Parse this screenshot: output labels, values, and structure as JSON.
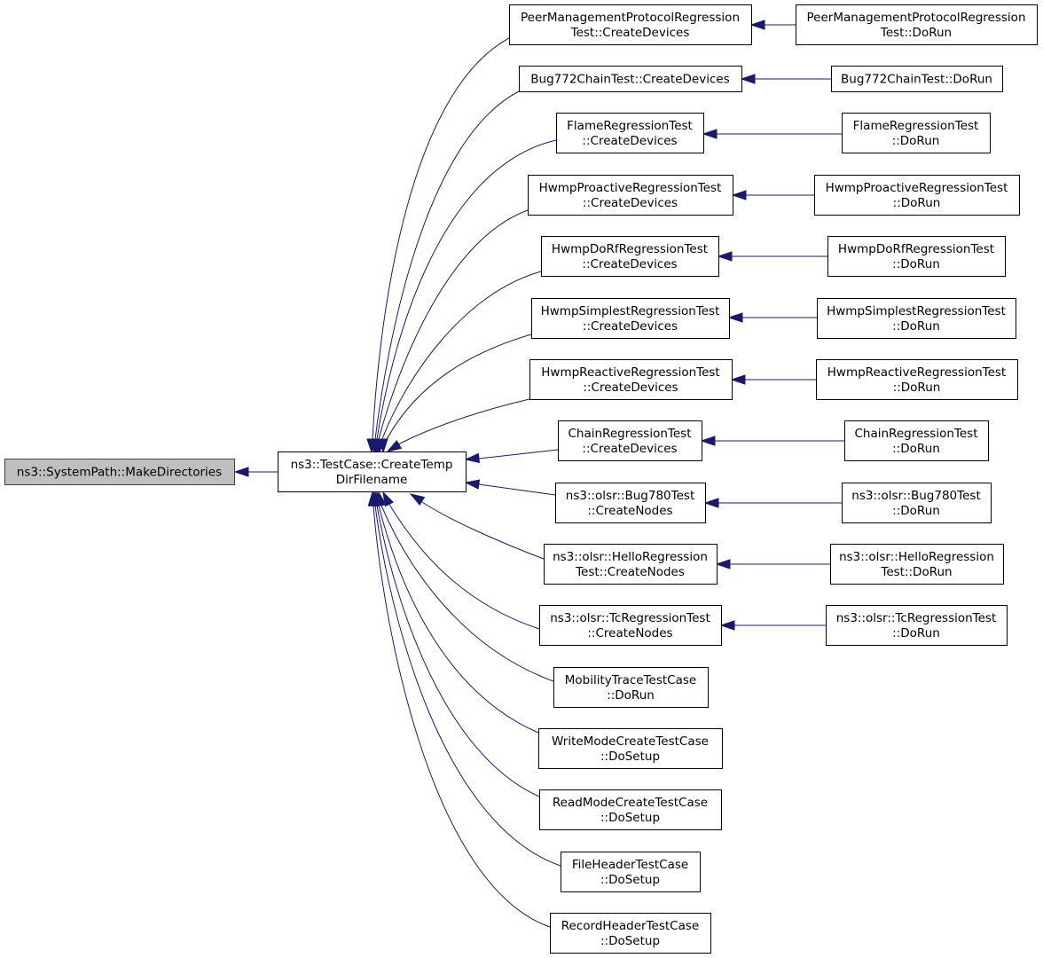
{
  "diagram": {
    "type": "caller-graph",
    "colors": {
      "edge": "#191970",
      "root_fill": "#bfbfbf",
      "node_fill": "#ffffff"
    },
    "nodes": [
      {
        "id": "root",
        "lines": [
          "ns3::SystemPath::MakeDirectories"
        ]
      },
      {
        "id": "ctd",
        "lines": [
          "ns3::TestCase::CreateTemp",
          "DirFilename"
        ]
      },
      {
        "id": "pm_cd",
        "lines": [
          "PeerManagementProtocolRegression",
          "Test::CreateDevices"
        ]
      },
      {
        "id": "pm_dr",
        "lines": [
          "PeerManagementProtocolRegression",
          "Test::DoRun"
        ]
      },
      {
        "id": "bug_cd",
        "lines": [
          "Bug772ChainTest::CreateDevices"
        ]
      },
      {
        "id": "bug_dr",
        "lines": [
          "Bug772ChainTest::DoRun"
        ]
      },
      {
        "id": "fl_cd",
        "lines": [
          "FlameRegressionTest",
          "::CreateDevices"
        ]
      },
      {
        "id": "fl_dr",
        "lines": [
          "FlameRegressionTest",
          "::DoRun"
        ]
      },
      {
        "id": "hp_cd",
        "lines": [
          "HwmpProactiveRegressionTest",
          "::CreateDevices"
        ]
      },
      {
        "id": "hp_dr",
        "lines": [
          "HwmpProactiveRegressionTest",
          "::DoRun"
        ]
      },
      {
        "id": "hd_cd",
        "lines": [
          "HwmpDoRfRegressionTest",
          "::CreateDevices"
        ]
      },
      {
        "id": "hd_dr",
        "lines": [
          "HwmpDoRfRegressionTest",
          "::DoRun"
        ]
      },
      {
        "id": "hs_cd",
        "lines": [
          "HwmpSimplestRegressionTest",
          "::CreateDevices"
        ]
      },
      {
        "id": "hs_dr",
        "lines": [
          "HwmpSimplestRegressionTest",
          "::DoRun"
        ]
      },
      {
        "id": "hr_cd",
        "lines": [
          "HwmpReactiveRegressionTest",
          "::CreateDevices"
        ]
      },
      {
        "id": "hr_dr",
        "lines": [
          "HwmpReactiveRegressionTest",
          "::DoRun"
        ]
      },
      {
        "id": "ch_cd",
        "lines": [
          "ChainRegressionTest",
          "::CreateDevices"
        ]
      },
      {
        "id": "ch_dr",
        "lines": [
          "ChainRegressionTest",
          "::DoRun"
        ]
      },
      {
        "id": "b780_cn",
        "lines": [
          "ns3::olsr::Bug780Test",
          "::CreateNodes"
        ]
      },
      {
        "id": "b780_dr",
        "lines": [
          "ns3::olsr::Bug780Test",
          "::DoRun"
        ]
      },
      {
        "id": "hello_cn",
        "lines": [
          "ns3::olsr::HelloRegression",
          "Test::CreateNodes"
        ]
      },
      {
        "id": "hello_dr",
        "lines": [
          "ns3::olsr::HelloRegression",
          "Test::DoRun"
        ]
      },
      {
        "id": "tc_cn",
        "lines": [
          "ns3::olsr::TcRegressionTest",
          "::CreateNodes"
        ]
      },
      {
        "id": "tc_dr",
        "lines": [
          "ns3::olsr::TcRegressionTest",
          "::DoRun"
        ]
      },
      {
        "id": "mob",
        "lines": [
          "MobilityTraceTestCase",
          "::DoRun"
        ]
      },
      {
        "id": "wm",
        "lines": [
          "WriteModeCreateTestCase",
          "::DoSetup"
        ]
      },
      {
        "id": "rm",
        "lines": [
          "ReadModeCreateTestCase",
          "::DoSetup"
        ]
      },
      {
        "id": "fh",
        "lines": [
          "FileHeaderTestCase",
          "::DoSetup"
        ]
      },
      {
        "id": "rh",
        "lines": [
          "RecordHeaderTestCase",
          "::DoSetup"
        ]
      }
    ],
    "edges": [
      {
        "from": "ctd",
        "to": "root"
      },
      {
        "from": "pm_cd",
        "to": "ctd"
      },
      {
        "from": "bug_cd",
        "to": "ctd"
      },
      {
        "from": "fl_cd",
        "to": "ctd"
      },
      {
        "from": "hp_cd",
        "to": "ctd"
      },
      {
        "from": "hd_cd",
        "to": "ctd"
      },
      {
        "from": "hs_cd",
        "to": "ctd"
      },
      {
        "from": "hr_cd",
        "to": "ctd"
      },
      {
        "from": "ch_cd",
        "to": "ctd"
      },
      {
        "from": "b780_cn",
        "to": "ctd"
      },
      {
        "from": "hello_cn",
        "to": "ctd"
      },
      {
        "from": "tc_cn",
        "to": "ctd"
      },
      {
        "from": "mob",
        "to": "ctd"
      },
      {
        "from": "wm",
        "to": "ctd"
      },
      {
        "from": "rm",
        "to": "ctd"
      },
      {
        "from": "fh",
        "to": "ctd"
      },
      {
        "from": "rh",
        "to": "ctd"
      },
      {
        "from": "pm_dr",
        "to": "pm_cd"
      },
      {
        "from": "bug_dr",
        "to": "bug_cd"
      },
      {
        "from": "fl_dr",
        "to": "fl_cd"
      },
      {
        "from": "hp_dr",
        "to": "hp_cd"
      },
      {
        "from": "hd_dr",
        "to": "hd_cd"
      },
      {
        "from": "hs_dr",
        "to": "hs_cd"
      },
      {
        "from": "hr_dr",
        "to": "hr_cd"
      },
      {
        "from": "ch_dr",
        "to": "ch_cd"
      },
      {
        "from": "b780_dr",
        "to": "b780_cn"
      },
      {
        "from": "hello_dr",
        "to": "hello_cn"
      },
      {
        "from": "tc_dr",
        "to": "tc_cn"
      }
    ]
  }
}
